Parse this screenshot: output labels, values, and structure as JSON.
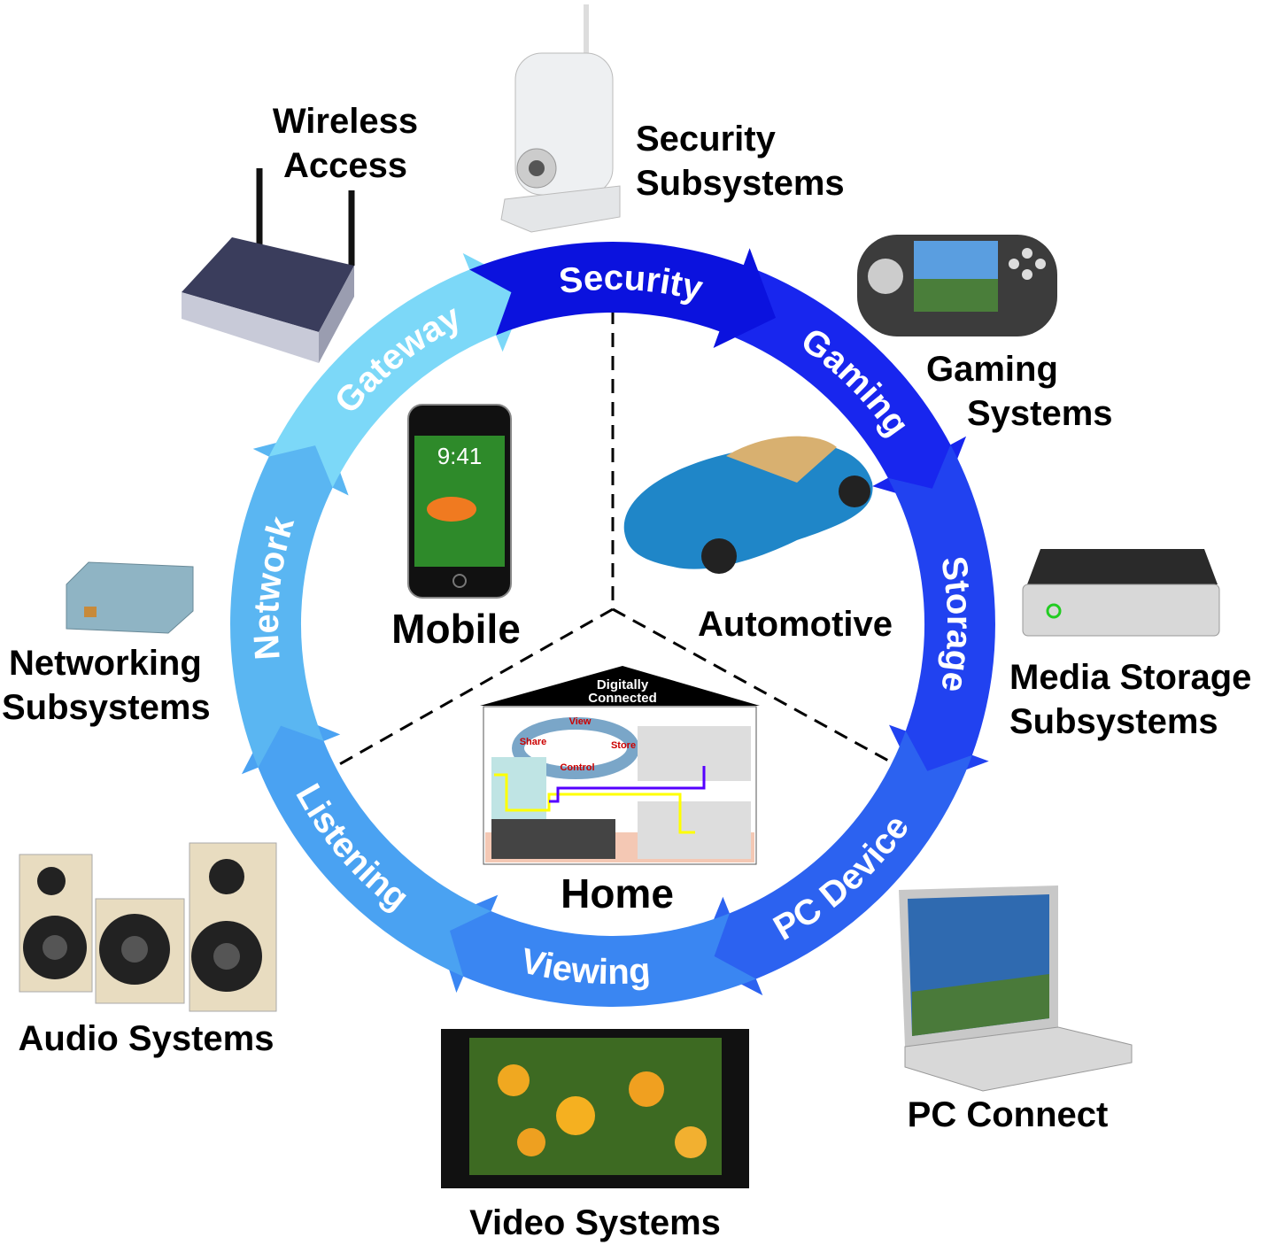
{
  "ring_segments": [
    {
      "label": "Security",
      "color": "#0b12de"
    },
    {
      "label": "Gaming",
      "color": "#1826ee"
    },
    {
      "label": "Storage",
      "color": "#2142f0"
    },
    {
      "label": "PC Device",
      "color": "#2c62f0"
    },
    {
      "label": "Viewing",
      "color": "#3a86f2"
    },
    {
      "label": "Listening",
      "color": "#4aa2f2"
    },
    {
      "label": "Network",
      "color": "#5ab6f2"
    },
    {
      "label": "Gateway",
      "color": "#7cd8f8"
    }
  ],
  "devices": {
    "wireless": [
      "Wireless",
      "Access"
    ],
    "security": [
      "Security",
      "Subsystems"
    ],
    "gaming": [
      "Gaming",
      "Systems"
    ],
    "media": [
      "Media Storage",
      "Subsystems"
    ],
    "networking": [
      "Networking",
      "Subsystems"
    ],
    "audio": "Audio Systems",
    "video": "Video Systems",
    "pc": "PC Connect"
  },
  "center": {
    "mobile": "Mobile",
    "automotive": "Automotive",
    "home": "Home",
    "house_title": [
      "Digitally",
      "Connected"
    ],
    "house_cycle": [
      "View",
      "Store",
      "Control",
      "Share"
    ],
    "phone_time": "9:41"
  }
}
